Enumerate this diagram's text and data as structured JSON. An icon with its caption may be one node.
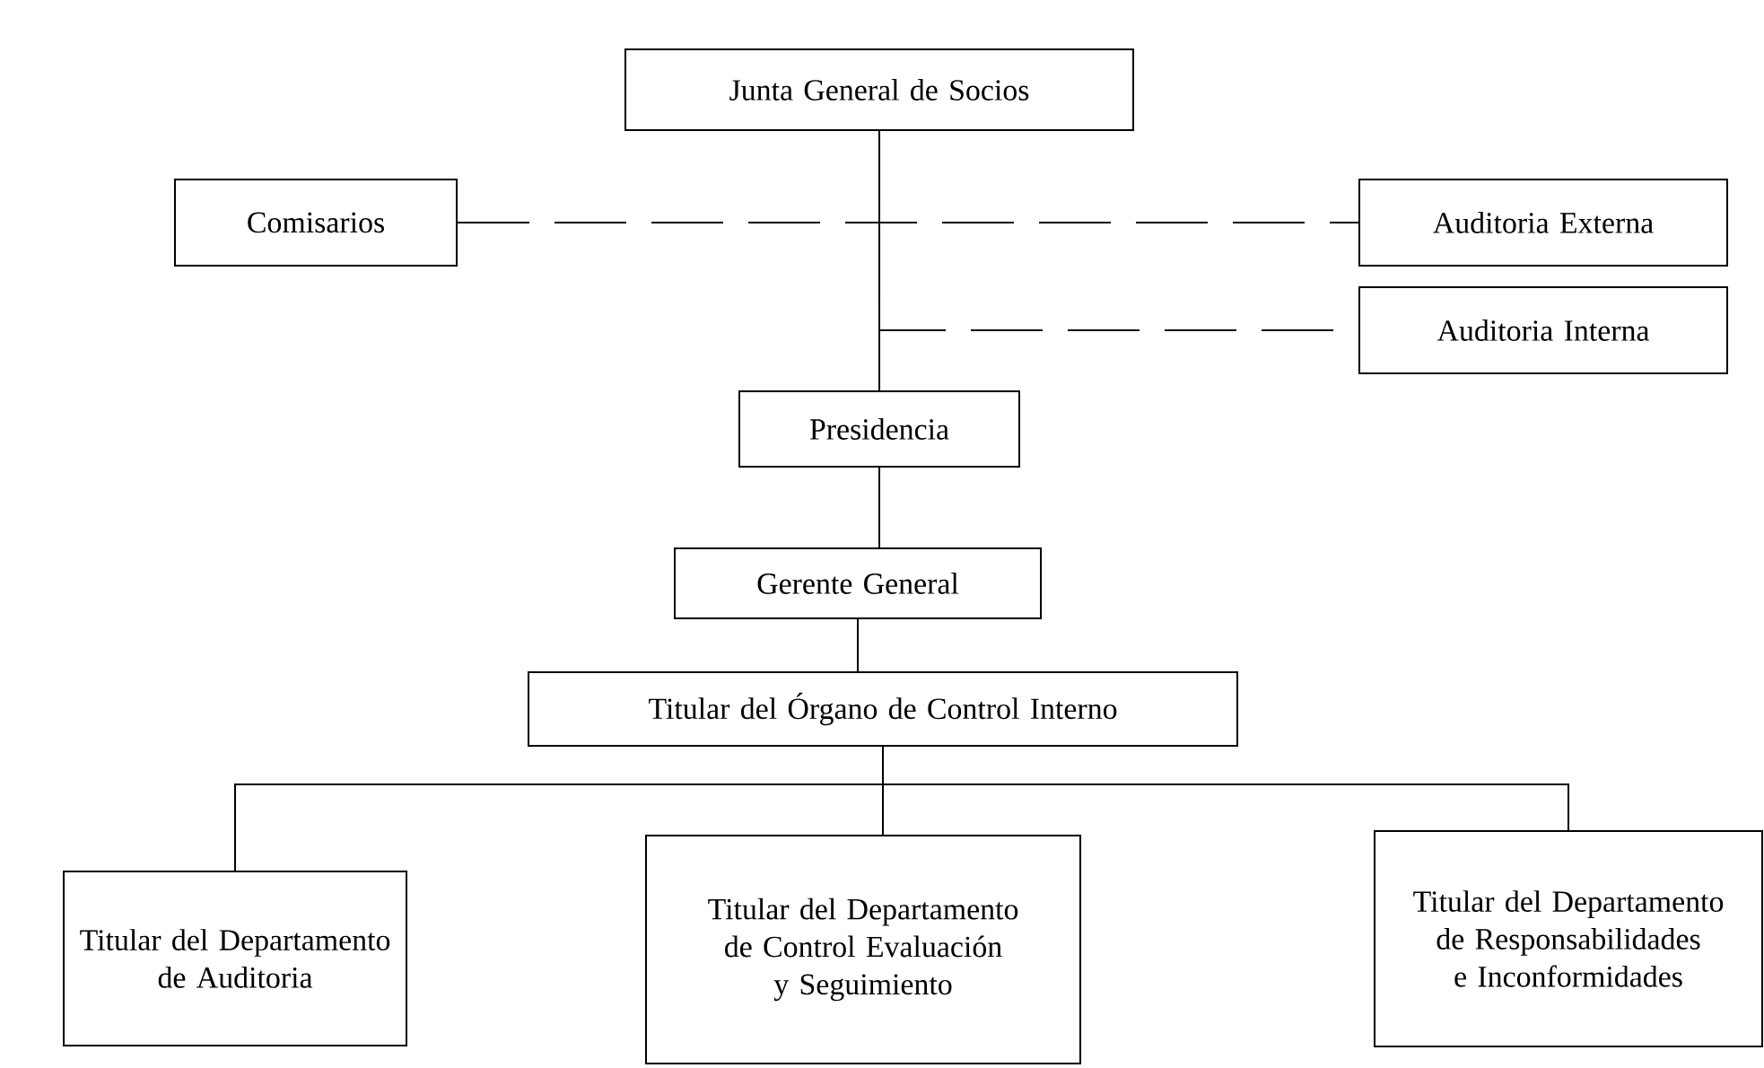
{
  "diagram": {
    "nodes": [
      {
        "text": [
          "Junta General de Socios"
        ]
      },
      {
        "text": [
          "Comisarios"
        ]
      },
      {
        "text": [
          "Auditoria Externa"
        ]
      },
      {
        "text": [
          "Auditoria Interna"
        ]
      },
      {
        "text": [
          "Presidencia"
        ]
      },
      {
        "text": [
          "Gerente General"
        ]
      },
      {
        "text": [
          "Titular del Órgano de Control Interno"
        ]
      },
      {
        "text": [
          "Titular del Departamento de Auditoria"
        ]
      },
      {
        "text": [
          "Titular del Departamento de Control Evaluación y Seguimiento"
        ]
      },
      {
        "text": [
          "Titular del Departamento de Responsabilidades e Inconformidades"
        ]
      }
    ],
    "edges": [
      {
        "from": 0,
        "to": 4,
        "arrow": "none"
      },
      {
        "from": 1,
        "to": 2,
        "arrow": "none",
        "style": "dashed"
      },
      {
        "from": 0,
        "to": 3,
        "arrow": "none",
        "style": "dashed"
      },
      {
        "from": 4,
        "to": 5,
        "arrow": "none"
      },
      {
        "from": 5,
        "to": 6,
        "arrow": "none"
      },
      {
        "from": 6,
        "to": 7,
        "arrow": "none"
      },
      {
        "from": 6,
        "to": 8,
        "arrow": "none"
      },
      {
        "from": 6,
        "to": 9,
        "arrow": "none"
      }
    ]
  }
}
